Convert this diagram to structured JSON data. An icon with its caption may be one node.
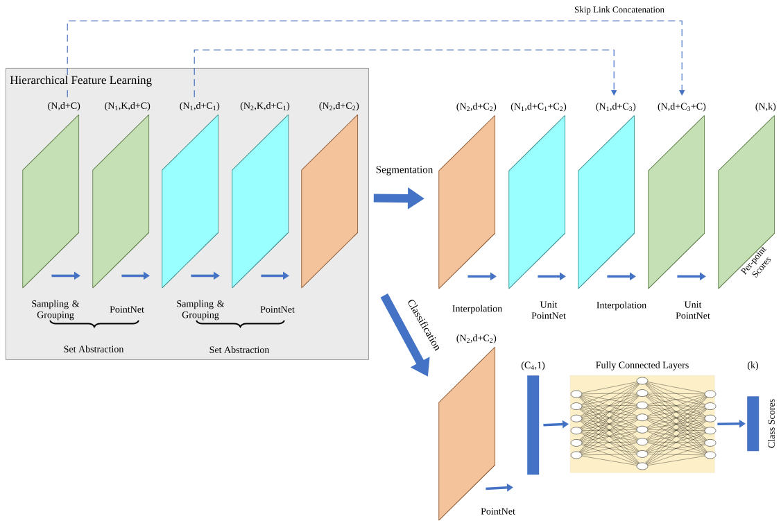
{
  "diagram": {
    "nodes": [
      {
        "text": [
          "Hierarchical Feature Learning"
        ]
      },
      {
        "text": [
          "(N,d+C)"
        ],
        "in": 0
      },
      {
        "text": [
          "(N$_{1}$,K,d+C)"
        ],
        "in": 0
      },
      {
        "text": [
          "(N$_{1}$,d+C$_{1}$)"
        ],
        "in": 0
      },
      {
        "text": [
          "(N$_{2}$,K,d+C$_{1}$)"
        ],
        "in": 0
      },
      {
        "text": [
          "(N$_{2}$,d+C$_{2}$)"
        ],
        "in": 0
      },
      {
        "text": [
          "(N$_{2}$,d+C$_{2}$)"
        ]
      },
      {
        "text": [
          "(N$_{1}$,d+C$_{1}$+C$_{2}$)"
        ]
      },
      {
        "text": [
          "(N$_{1}$,d+C$_{3}$)"
        ]
      },
      {
        "text": [
          "(N,d+C$_{3}$+C)"
        ]
      },
      {
        "text": [
          "(N,k)",
          "Per-point Scores"
        ]
      },
      {
        "text": [
          "(N$_{2}$,d+C$_{2}$)"
        ]
      },
      {
        "text": [
          "(C$_{4}$,1)"
        ]
      },
      {
        "text": [
          "Fully Connected Layers"
        ]
      },
      {
        "text": [
          "(k)"
        ],
        "beside": [
          "Class Scores"
        ]
      }
    ],
    "edges": [
      {
        "from": 1,
        "to": 2,
        "arrow": "to",
        "label": "Sampling & Grouping"
      },
      {
        "from": 2,
        "to": 3,
        "arrow": "to",
        "label": "PointNet"
      },
      {
        "from": 3,
        "to": 4,
        "arrow": "to",
        "label": "Sampling & Grouping"
      },
      {
        "from": 4,
        "to": 5,
        "arrow": "to",
        "label": "PointNet"
      },
      {
        "from": 0,
        "to": 6,
        "arrow": "to",
        "label": "Segmentation",
        "style": "thick"
      },
      {
        "from": 0,
        "to": 11,
        "arrow": "to",
        "label": "Classification",
        "style": "thick"
      },
      {
        "from": 6,
        "to": 7,
        "arrow": "to",
        "label": "Interpolation"
      },
      {
        "from": 7,
        "to": 8,
        "arrow": "to",
        "label": "Unit PointNet"
      },
      {
        "from": 8,
        "to": 9,
        "arrow": "to",
        "label": "Interpolation"
      },
      {
        "from": 9,
        "to": 10,
        "arrow": "to",
        "label": "Unit PointNet"
      },
      {
        "from": 11,
        "to": 12,
        "arrow": "to",
        "label": "PointNet"
      },
      {
        "from": 12,
        "to": 13,
        "arrow": "to"
      },
      {
        "from": 13,
        "to": 14,
        "arrow": "to"
      },
      {
        "from": 1,
        "to": 9,
        "arrow": "to",
        "label": "Skip Link Concatenation",
        "style": "dashed"
      },
      {
        "from": 3,
        "to": 8,
        "arrow": "to",
        "style": "dashed"
      }
    ],
    "labels": [
      "Set Abstraction",
      "Set Abstraction"
    ]
  }
}
